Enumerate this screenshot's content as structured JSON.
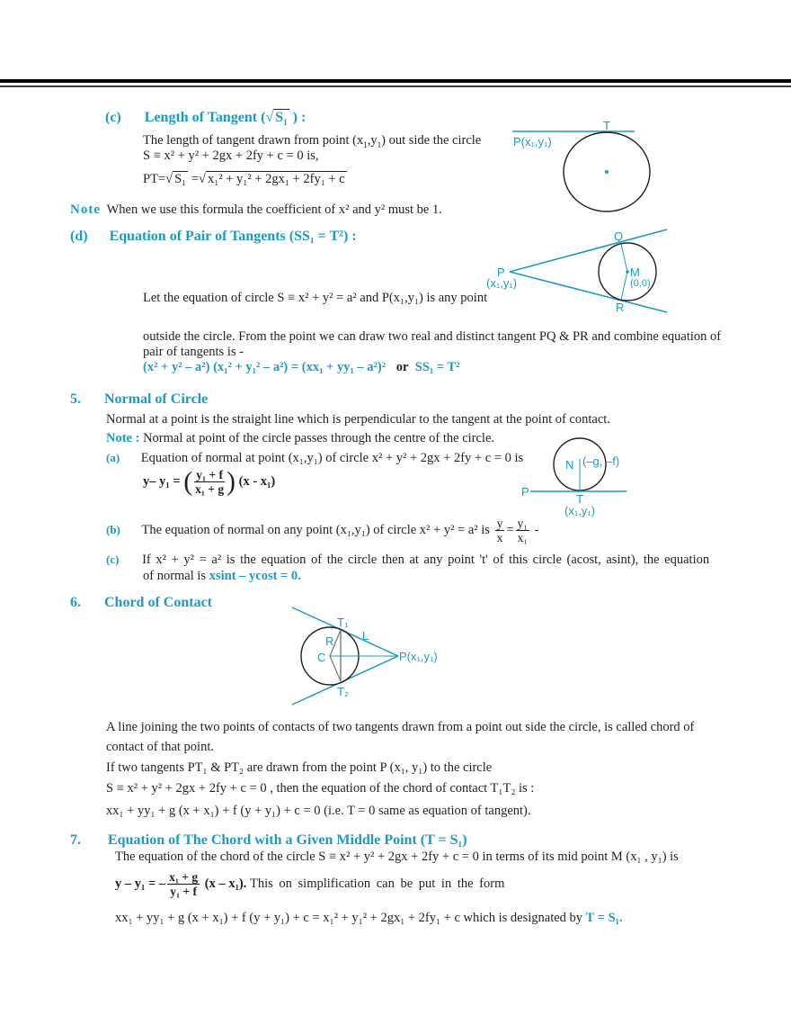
{
  "colors": {
    "accent": "#1a9bc6",
    "text": "#231f20",
    "rule": "#000000"
  },
  "section_c": {
    "label": "(c)",
    "title": "Length of Tangent (",
    "title_root": "S",
    "title_sub": "1",
    "title_end": ") :",
    "line1": "The length of tangent drawn from point (x",
    "line1_b": ",y",
    "line1_c": ") out side the circle",
    "line2": "S ≡ x² + y² + 2gx + 2fy + c = 0 is,",
    "formula_lhs": "PT=",
    "formula_root1": "S₁",
    "formula_root2": "x₁² + y₁² + 2gx₁ + 2fy₁ + c",
    "note_label": "Note",
    "note_text": "When we use this formula the coefficient of x² and y² must be 1.",
    "diagram": {
      "label_T": "T",
      "label_P": "P(x₁,y₁)"
    }
  },
  "section_d": {
    "label": "(d)",
    "title": "Equation of Pair of Tangents (SS₁ = T²) :",
    "line1": "Let the equation of circle S ≡ x² + y² = a² and P(x₁,y₁) is any point",
    "line2": "outside the circle. From the point we can draw two real and distinct tangent PQ & PR and combine equation of",
    "line3": "pair of tangents is -",
    "formula": "(x² + y² – a²) (x₁² + y₁² – a²) = (xx₁ + yy₁ – a²)²",
    "formula_or": "or",
    "formula_short": "SS₁ = T²",
    "diagram": {
      "label_P": "P",
      "label_P_coords": "(x₁,y₁)",
      "label_Q": "Q",
      "label_R": "R",
      "label_M": "M",
      "label_M_coords": "(0,0)"
    }
  },
  "section_5": {
    "number": "5.",
    "title": "Normal of Circle",
    "line1": "Normal at a point is the straight line which is perpendicular to the tangent at the point of contact.",
    "note_label": "Note :",
    "note_text": "Normal at point of the circle passes through the centre of the circle.",
    "a_label": "(a)",
    "a_text": "Equation of normal at point (x₁,y₁) of circle x² + y² + 2gx + 2fy + c = 0 is",
    "a_lhs": "y– y₁ =",
    "a_num": "y₁ + f",
    "a_den": "x₁ + g",
    "a_rhs": "(x - x₁)",
    "b_label": "(b)",
    "b_text": "The equation of normal on any point (x₁,y₁) of circle x² + y² = a² is",
    "b_num1": "y",
    "b_den1": "x",
    "b_num2": "y₁",
    "b_den2": "x₁",
    "b_end": "-",
    "c_label": "(c)",
    "c_text1": "If x² + y² = a² is the equation of the circle then at any point 't' of this circle (acost, asint), the equation",
    "c_text2": "of normal is",
    "c_formula": "xsint – ycost = 0.",
    "diagram": {
      "label_N": "N",
      "label_center": "(–g, –f)",
      "label_P": "P",
      "label_T": "T",
      "label_T_coords": "(x₁,y₁)"
    }
  },
  "section_6": {
    "number": "6.",
    "title": "Chord of Contact",
    "p1a": "A line joining the two points of contacts of two tangents drawn from a point out side the circle, is called chord of",
    "p1b": "contact of that point.",
    "p2a": "If two tangents PT₁ & PT₂ are drawn from the point P (x₁, y₁) to the circle",
    "p2b": "S ≡ x² + y² + 2gx + 2fy + c = 0 , then the equation of the chord of contact T₁T₂ is :",
    "p2c": "xx₁ + yy₁ + g (x + x₁) + f (y + y₁) + c = 0 (i.e. T = 0 same as equation of tangent).",
    "diagram": {
      "label_T1": "T₁",
      "label_T2": "T₂",
      "label_R": "R",
      "label_C": "C",
      "label_L": "L",
      "label_P": "P(x₁,y₁)"
    }
  },
  "section_7": {
    "number": "7.",
    "title": "Equation of The Chord with a Given Middle Point (T = S₁)",
    "line1": "The equation of the chord of the circle  S ≡ x² + y² + 2gx + 2fy + c = 0  in  terms  of its  mid point  M (x₁ , y₁)  is",
    "lhs": "y – y₁ = –",
    "num": "x₁ + g",
    "den": "y₁ + f",
    "rhs": "(x – x₁).",
    "rhs_text": "This  on  simplification  can  be  put in  the  form",
    "line3": "xx₁ + yy₁ + g (x + x₁) + f (y + y₁) + c = x₁² + y₁² + 2gx₁ + 2fy₁ + c  which is designated by",
    "designation": "T = S₁."
  }
}
